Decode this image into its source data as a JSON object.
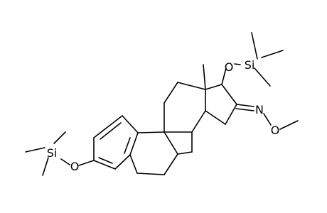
{
  "molecule": {
    "atom_labels": {
      "o_silyl_left": "O",
      "si_left": "Si",
      "o_silyl_right": "O",
      "si_right": "Si",
      "n_oxime": "N",
      "o_oxime": "O"
    },
    "colors": {
      "bond": "#000000",
      "label": "#000000",
      "background": "#ffffff"
    }
  }
}
